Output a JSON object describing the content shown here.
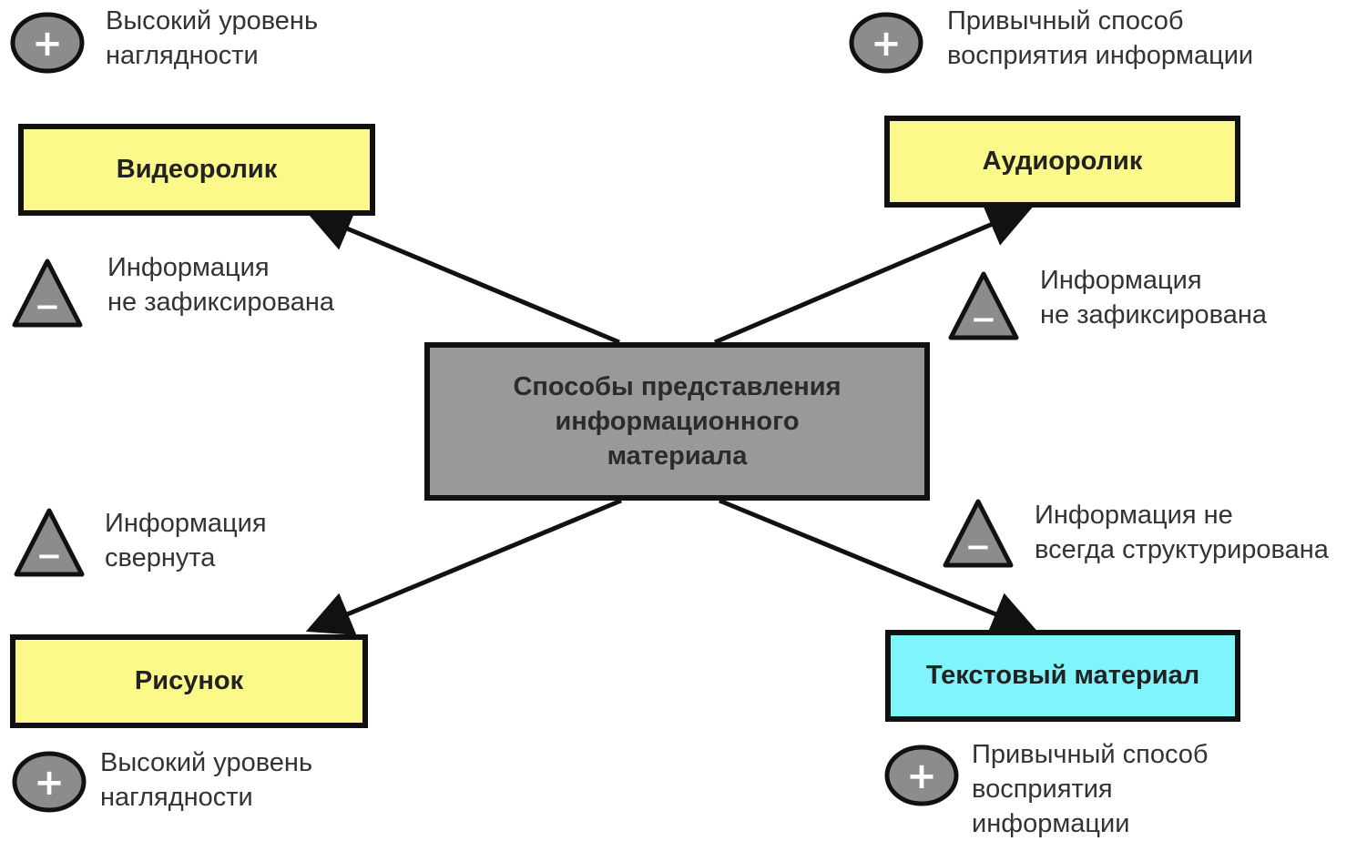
{
  "center": {
    "label": "Способы представления\nинформационного\nматериала"
  },
  "nodes": {
    "video": {
      "label": "Видеоролик"
    },
    "audio": {
      "label": "Аудиоролик"
    },
    "image": {
      "label": "Рисунок"
    },
    "text": {
      "label": "Текстовый материал"
    }
  },
  "notes": {
    "video_plus": "Высокий уровень\nнаглядности",
    "video_minus": "Информация\nне зафиксирована",
    "audio_plus": "Привычный способ\nвосприятия информации",
    "audio_minus": "Информация\nне зафиксирована",
    "image_minus": "Информация\nсвернута",
    "image_plus": "Высокий уровень\nнаглядности",
    "text_minus": "Информация не\nвсегда структурирована",
    "text_plus": "Привычный способ\nвосприятия\nинформации"
  },
  "symbols": {
    "plus": "+",
    "minus": "−"
  },
  "colors": {
    "yellow_box": "#fbf98a",
    "cyan_box": "#7ff5fb",
    "center_box": "#999999",
    "symbol_fill": "#8c8c8c"
  }
}
